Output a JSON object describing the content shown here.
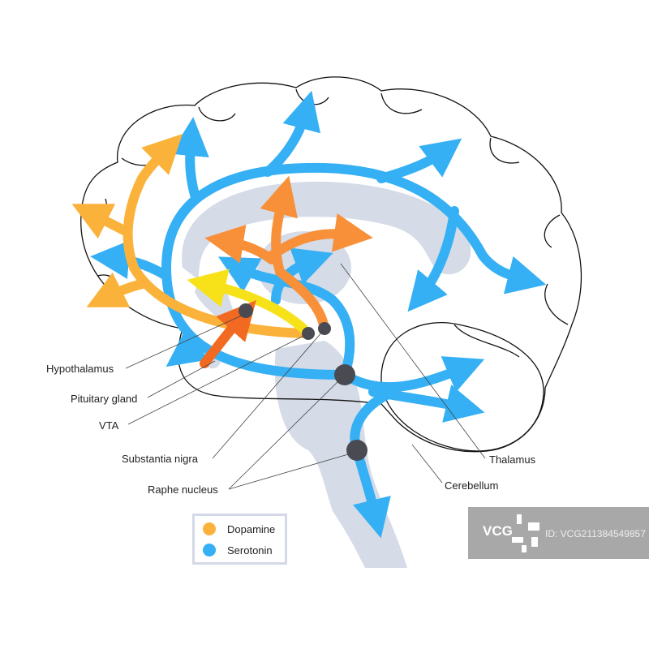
{
  "labels": {
    "hypothalamus": "Hypothalamus",
    "pituitary": "Pituitary gland",
    "vta": "VTA",
    "substantia_nigra": "Substantia nigra",
    "raphe": "Raphe nucleus",
    "thalamus": "Thalamus",
    "cerebellum": "Cerebellum"
  },
  "legend": [
    {
      "label": "Dopamine",
      "color": "#fbb23a"
    },
    {
      "label": "Serotonin",
      "color": "#36b0f4"
    }
  ],
  "colors": {
    "serotonin": "#36b0f4",
    "dopamine": "#fbb23a",
    "orange": "#f8903a",
    "yellow": "#f7e21a",
    "dark_orange": "#f26a21",
    "gray": "#d5dbe7",
    "nucleus": "#4a4a52"
  },
  "watermark": {
    "logo": "VCG",
    "id": "ID: VCG211384549857"
  }
}
